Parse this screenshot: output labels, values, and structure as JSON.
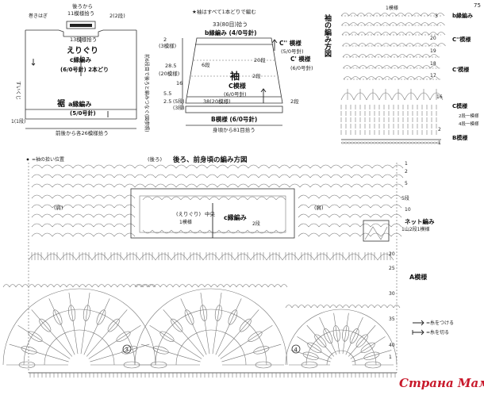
{
  "page_number": "75",
  "top_note": "★袖はすべて1本どりで編む",
  "back_panel": {
    "from_label": "後ろから",
    "pickup_top": "11模様拾う",
    "rows_top": "2(2段)",
    "binding_note": "巻きはぎ",
    "pickup_mid": "13模様拾う",
    "collar_title": "えりぐり",
    "collar_pattern": "c縁編み",
    "collar_needle": "(6/0号針) 2本どり",
    "side_note": "前6段目で後ろと編みつなぐ(図参照)",
    "slit_note": "すいくじ",
    "hem_title": "裾",
    "hem_pattern": "a縁編み",
    "hem_needle": "(5/0号針)",
    "rows_bottom": "1(1段)",
    "pickup_bottom": "前後から各26模様拾う"
  },
  "sleeve_panel": {
    "rows_top": "33(80目)拾う",
    "b_edge": "b縁編み (4/0号針)",
    "c2_label": "C'' 模様",
    "c2_needle": "(5/0号針)",
    "c1_label": "C' 模様",
    "c1_needle": "(6/0号針)",
    "left_2": "2",
    "left_2b": "(3模様)",
    "left_285": "28.5",
    "left_20": "(20模様)",
    "left_16": "16",
    "left_55": "5.5",
    "left_25": "2.5",
    "left_5": "(5段)",
    "left_3": "(3段)",
    "rows_6": "6段",
    "rows_20": "20段",
    "rows_2": "2段",
    "center_title": "袖",
    "center_pattern": "C模様",
    "center_needle": "(6/0号針)",
    "bottom_width": "38(20模様)",
    "bottom_rows": "2段",
    "b_pattern": "B模様 (6/0号針)",
    "pickup": "身頃から81目拾う"
  },
  "sleeve_chart": {
    "title": "袖の編み方図",
    "labels": [
      "1模様",
      "b縁編み",
      "C''模様",
      "C'模様",
      "C模様",
      "B模様",
      "2段一模様",
      "4段一模様"
    ],
    "rows": [
      "3",
      "20",
      "19",
      "18",
      "17",
      "16",
      "2",
      "1"
    ]
  },
  "body_chart": {
    "title": "後ろ、前身頃の編み方図",
    "left_note": "=袖の拾い位置",
    "back_label": "(後ろ)",
    "side_label_left": "(肩)",
    "side_label_right": "(肩)",
    "collar_label": "(えりぐり)",
    "center_label": "中央",
    "repeat_label": "1模様",
    "c_edge": "c縁編み",
    "c_rows": "2段",
    "net_label": "ネット編み",
    "net_sub": "1山2段1模様",
    "a_pattern": "A模様",
    "rows_5": "5段",
    "row_numbers": [
      "1",
      "2",
      "5",
      "10",
      "20",
      "25",
      "30",
      "35",
      "40",
      "1"
    ],
    "marker_3": "3",
    "marker_4": "4",
    "legend_attach": "=糸をつける",
    "legend_cut": "=糸を切る"
  },
  "watermark": "Страна Мам"
}
